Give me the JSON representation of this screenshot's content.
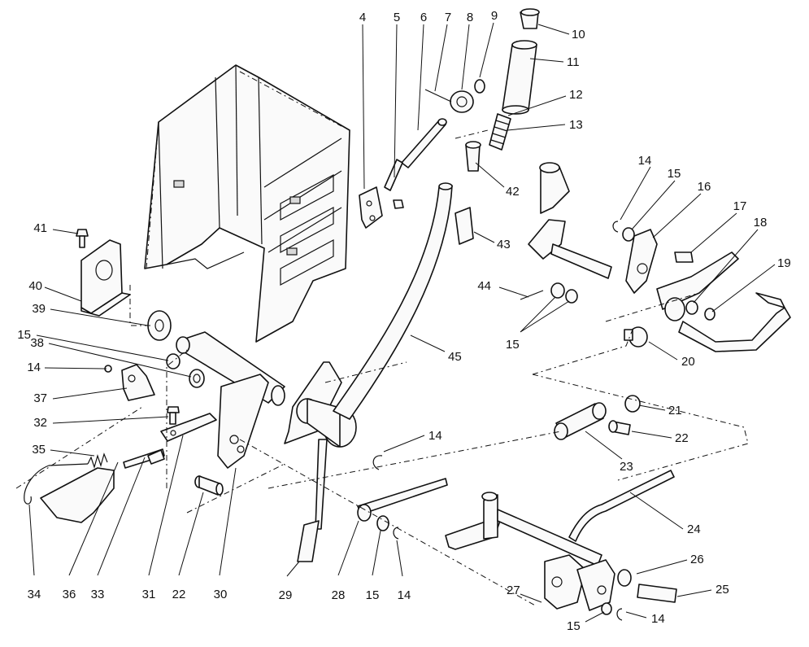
{
  "diagram": {
    "callouts": [
      {
        "id": "c4",
        "text": "4"
      },
      {
        "id": "c5",
        "text": "5"
      },
      {
        "id": "c6",
        "text": "6"
      },
      {
        "id": "c7",
        "text": "7"
      },
      {
        "id": "c8",
        "text": "8"
      },
      {
        "id": "c9",
        "text": "9"
      },
      {
        "id": "c10",
        "text": "10"
      },
      {
        "id": "c11",
        "text": "11"
      },
      {
        "id": "c12",
        "text": "12"
      },
      {
        "id": "c13",
        "text": "13"
      },
      {
        "id": "c42",
        "text": "42"
      },
      {
        "id": "c43",
        "text": "43"
      },
      {
        "id": "c45",
        "text": "45"
      },
      {
        "id": "c14a",
        "text": "14"
      },
      {
        "id": "c15a",
        "text": "15"
      },
      {
        "id": "c16",
        "text": "16"
      },
      {
        "id": "c17",
        "text": "17"
      },
      {
        "id": "c18",
        "text": "18"
      },
      {
        "id": "c19",
        "text": "19"
      },
      {
        "id": "c44",
        "text": "44"
      },
      {
        "id": "c15b",
        "text": "15"
      },
      {
        "id": "c20",
        "text": "20"
      },
      {
        "id": "c41",
        "text": "41"
      },
      {
        "id": "c40",
        "text": "40"
      },
      {
        "id": "c39",
        "text": "39"
      },
      {
        "id": "c15c",
        "text": "15"
      },
      {
        "id": "c38",
        "text": "38"
      },
      {
        "id": "c14b",
        "text": "14"
      },
      {
        "id": "c37",
        "text": "37"
      },
      {
        "id": "c32",
        "text": "32"
      },
      {
        "id": "c35",
        "text": "35"
      },
      {
        "id": "c14c",
        "text": "14"
      },
      {
        "id": "c21",
        "text": "21"
      },
      {
        "id": "c22a",
        "text": "22"
      },
      {
        "id": "c23",
        "text": "23"
      },
      {
        "id": "c24",
        "text": "24"
      },
      {
        "id": "c26",
        "text": "26"
      },
      {
        "id": "c25",
        "text": "25"
      },
      {
        "id": "c27",
        "text": "27"
      },
      {
        "id": "c15d",
        "text": "15"
      },
      {
        "id": "c14d",
        "text": "14"
      },
      {
        "id": "c34",
        "text": "34"
      },
      {
        "id": "c36",
        "text": "36"
      },
      {
        "id": "c33",
        "text": "33"
      },
      {
        "id": "c31",
        "text": "31"
      },
      {
        "id": "c22b",
        "text": "22"
      },
      {
        "id": "c30",
        "text": "30"
      },
      {
        "id": "c29",
        "text": "29"
      },
      {
        "id": "c28",
        "text": "28"
      },
      {
        "id": "c15e",
        "text": "15"
      },
      {
        "id": "c14e",
        "text": "14"
      }
    ]
  }
}
